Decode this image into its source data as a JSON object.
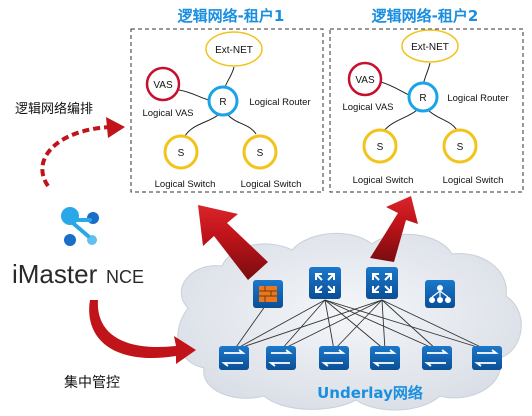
{
  "tenants": [
    {
      "title": "逻辑网络-租户1",
      "ext_label": "Ext-NET",
      "vas_label": "VAS",
      "vas_caption": "Logical VAS",
      "router_label": "R",
      "router_caption": "Logical Router",
      "switch_label": "S",
      "switch_caption": "Logical Switch"
    },
    {
      "title": "逻辑网络-租户2",
      "ext_label": "Ext-NET",
      "vas_label": "VAS",
      "vas_caption": "Logical VAS",
      "router_label": "R",
      "router_caption": "Logical Router",
      "switch_label": "S",
      "switch_caption": "Logical Switch"
    }
  ],
  "left": {
    "orchestration_label": "逻辑网络编排",
    "brand_name": "iMaster",
    "brand_suffix": "NCE",
    "central_control_label": "集中管控"
  },
  "underlay": {
    "label": "Underlay网络"
  },
  "colors": {
    "title_blue": "#1a8fe0",
    "vas_red": "#c8102e",
    "router_blue": "#1aa3e8",
    "switch_yellow": "#f2c31b",
    "arrow_red": "#c0141a",
    "device_blue": "#0b5fb0",
    "firewall_orange": "#e87722",
    "cloud_fill": "#e9edf3"
  }
}
